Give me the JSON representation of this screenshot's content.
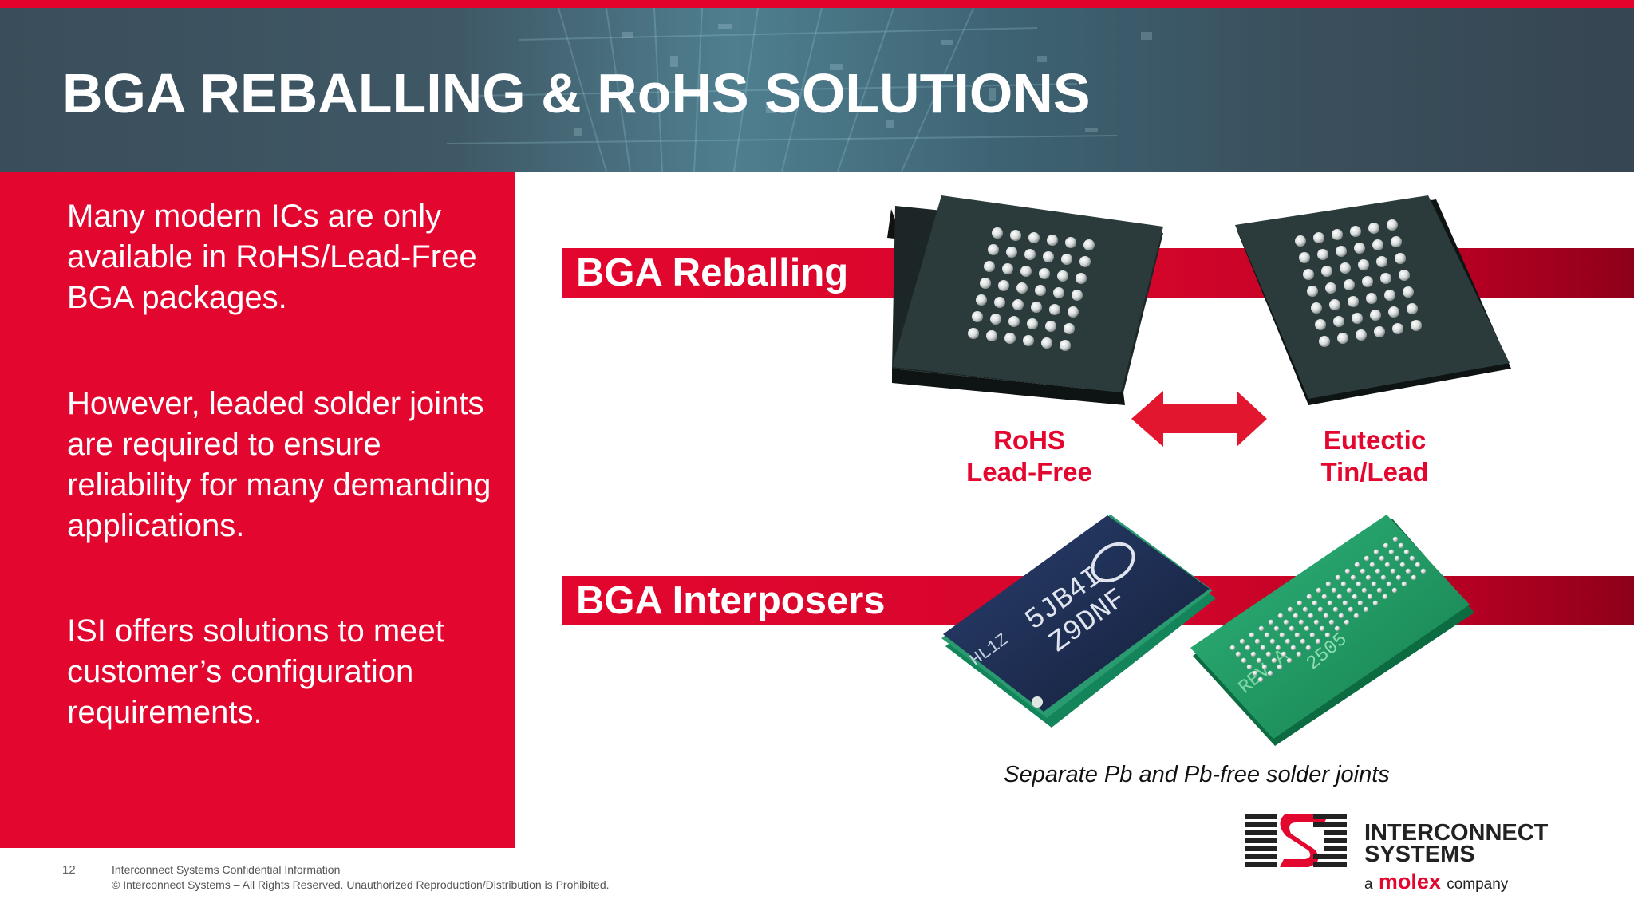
{
  "slide": {
    "title": "BGA REBALLING & RoHS SOLUTIONS",
    "number": "12"
  },
  "left_panel": {
    "paragraphs": [
      "Many modern ICs are only available in RoHS/Lead-Free BGA packages.",
      "However, leaded solder joints are required to ensure reliability for many demanding applications.",
      "ISI offers solutions to meet customer’s configuration requirements."
    ]
  },
  "reballing": {
    "band_label": "BGA Reballing",
    "left_chip_label": [
      "RoHS",
      "Lead-Free"
    ],
    "right_chip_label": [
      "Eutectic",
      "Tin/Lead"
    ]
  },
  "interposers": {
    "band_label": "BGA Interposers",
    "chip_marking": [
      "5JB4I",
      "Z9DNF"
    ],
    "chip_side_mark": "HL1Z",
    "board_marking": [
      "REV A",
      "2505"
    ],
    "caption": "Separate Pb and Pb-free solder joints"
  },
  "footer": {
    "line1": "Interconnect Systems Confidential Information",
    "line2": "© Interconnect Systems – All Rights Reserved. Unauthorized Reproduction/Distribution is Prohibited."
  },
  "logo": {
    "name_line1": "INTERCONNECT",
    "name_line2": "SYSTEMS",
    "tag_prefix": "a",
    "tag_brand": "molex",
    "tag_suffix": "company"
  },
  "colors": {
    "brand_red": "#e3062f",
    "header_dark": "#3a4d5a",
    "chip_dark": "#2b3a3a",
    "board_green": "#1f9a66"
  }
}
